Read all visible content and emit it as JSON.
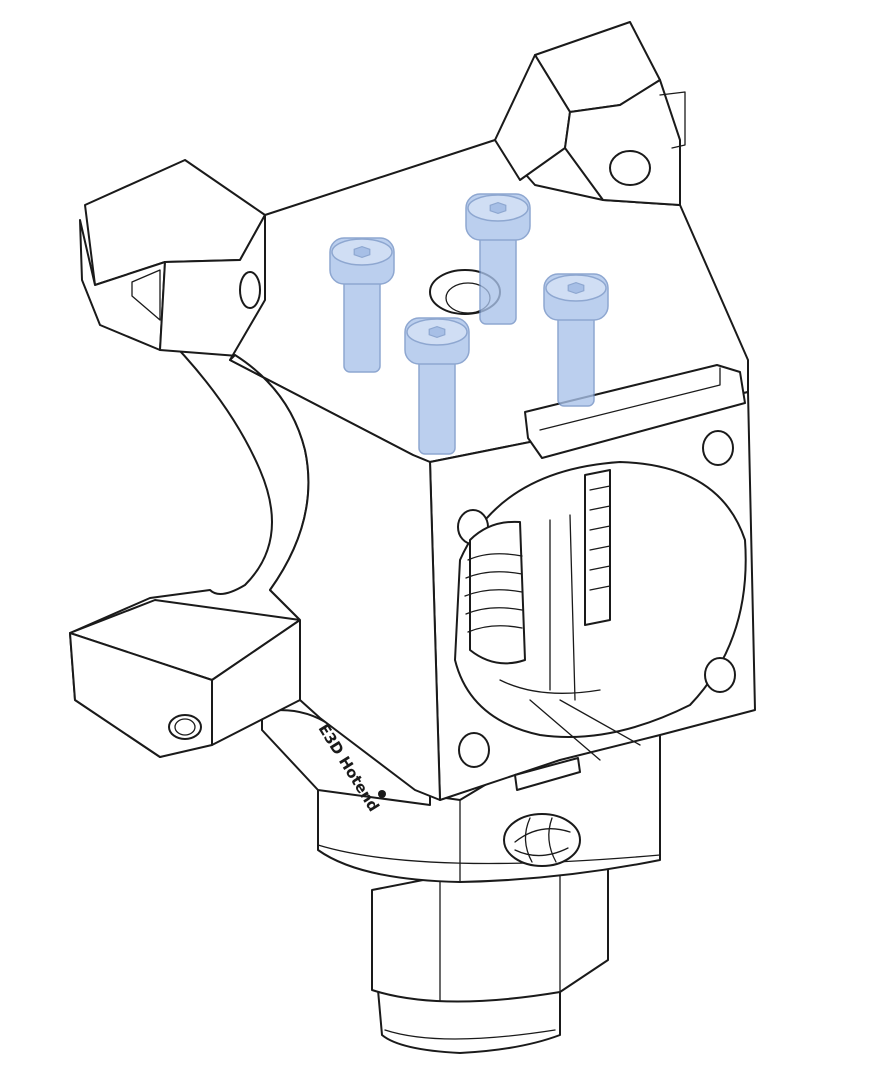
{
  "figure": {
    "brand_text": "E3D Hotend",
    "logo_icon": "e3d-logo-icon",
    "colors": {
      "line": "#1a1a1a",
      "background": "#ffffff",
      "screw_fill": "#a9c2ea",
      "screw_stroke": "#6f8fc4"
    },
    "screws": [
      {
        "name": "screw-1"
      },
      {
        "name": "screw-2"
      },
      {
        "name": "screw-3"
      },
      {
        "name": "screw-4"
      }
    ]
  }
}
